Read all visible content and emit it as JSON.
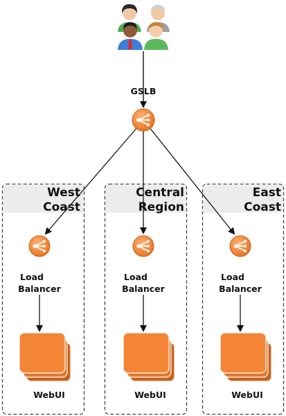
{
  "gslb": {
    "label": "GSLB"
  },
  "regions": [
    {
      "title_line1": "West",
      "title_line2": "Coast",
      "lb_line1": "Load",
      "lb_line2": "Balancer",
      "web_label": "WebUI"
    },
    {
      "title_line1": "Central",
      "title_line2": "Region",
      "lb_line1": "Load",
      "lb_line2": "Balancer",
      "web_label": "WebUI"
    },
    {
      "title_line1": "East",
      "title_line2": "Coast",
      "lb_line1": "Load",
      "lb_line2": "Balancer",
      "web_label": "WebUI"
    }
  ],
  "colors": {
    "orange": "#f58536",
    "orange_dark": "#c8621b",
    "region_header": "#ececec",
    "border": "#444444"
  },
  "icons": {
    "users": "users-group-icon",
    "gslb": "gslb-load-balancer-icon",
    "load_balancer": "load-balancer-icon",
    "server_stack": "server-stack-icon"
  }
}
